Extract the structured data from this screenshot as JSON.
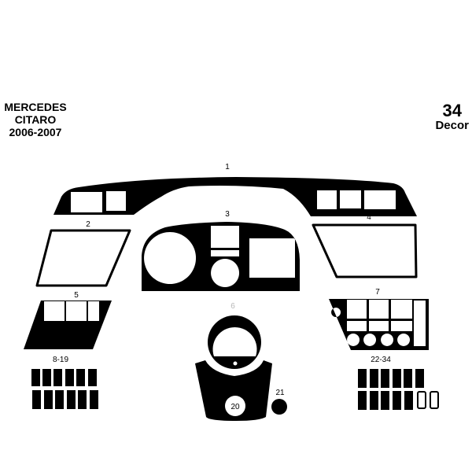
{
  "header": {
    "brand": "MERCEDES",
    "model": "CITARO",
    "years": "2006-2007"
  },
  "decor": {
    "count": "34",
    "label": "Decor"
  },
  "colors": {
    "part": "#000000",
    "background": "#ffffff",
    "faded_label": "#b8b8b8"
  },
  "parts": {
    "p1": "1",
    "p2": "2",
    "p3": "3",
    "p4": "4",
    "p5": "5",
    "p6": "6",
    "p7": "7",
    "p8_19": "8-19",
    "p20": "20",
    "p21": "21",
    "p22_34": "22-34"
  }
}
